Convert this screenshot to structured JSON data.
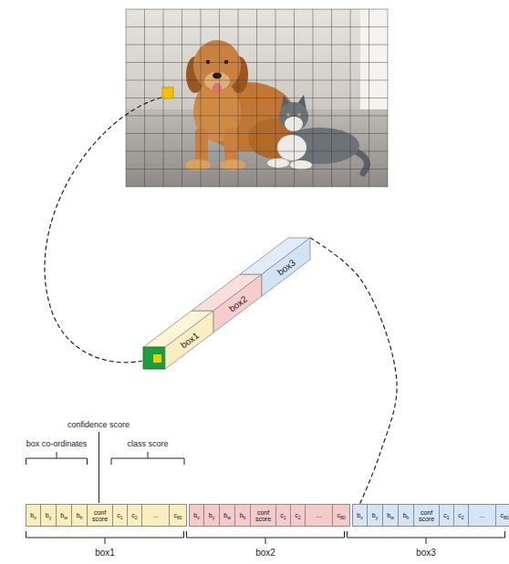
{
  "diagram": {
    "nodes": [
      {
        "text": [
          "box1"
        ]
      },
      {
        "text": [
          "box2"
        ]
      },
      {
        "text": [
          "box3"
        ]
      },
      {
        "text": [
          "bx"
        ]
      },
      {
        "text": [
          "by"
        ]
      },
      {
        "text": [
          "bw"
        ]
      },
      {
        "text": [
          "bh"
        ]
      },
      {
        "text": [
          "conf score"
        ]
      },
      {
        "text": [
          "c1"
        ]
      },
      {
        "text": [
          "c2"
        ]
      },
      {
        "text": [
          "..."
        ]
      },
      {
        "text": [
          "c80"
        ]
      },
      {
        "text": [
          "bx"
        ]
      },
      {
        "text": [
          "by"
        ]
      },
      {
        "text": [
          "bw"
        ]
      },
      {
        "text": [
          "bh"
        ]
      },
      {
        "text": [
          "conf score"
        ]
      },
      {
        "text": [
          "c1"
        ]
      },
      {
        "text": [
          "c2"
        ]
      },
      {
        "text": [
          "..."
        ]
      },
      {
        "text": [
          "c80"
        ]
      },
      {
        "text": [
          "bx"
        ]
      },
      {
        "text": [
          "by"
        ]
      },
      {
        "text": [
          "bw"
        ]
      },
      {
        "text": [
          "bh"
        ]
      },
      {
        "text": [
          "conf score"
        ]
      },
      {
        "text": [
          "c1"
        ]
      },
      {
        "text": [
          "c2"
        ]
      },
      {
        "text": [
          "..."
        ]
      },
      {
        "text": [
          "c80"
        ]
      }
    ],
    "edges": [
      {
        "from": 2,
        "to": 21,
        "arrow": "none"
      }
    ],
    "labels": [
      "box co-ordinates",
      "confidence score",
      "class score",
      "box1",
      "box2",
      "box3"
    ]
  }
}
